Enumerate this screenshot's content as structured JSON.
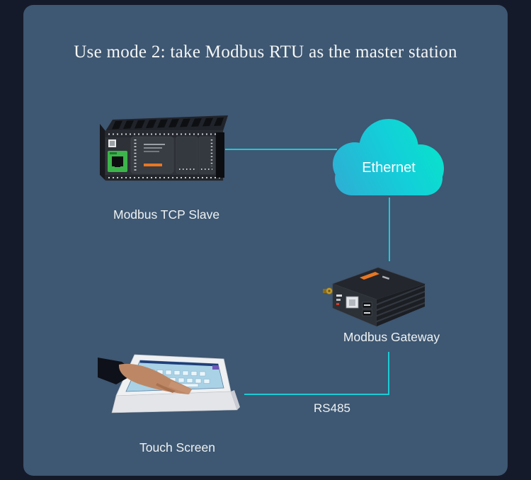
{
  "title": "Use mode 2: take Modbus RTU as the master station",
  "colors": {
    "background": "#151a2a",
    "panel": "#3e5772",
    "connector_line": "#1bcbd4",
    "cloud_gradient_start": "#2fadd4",
    "cloud_gradient_end": "#06e6c8",
    "text": "#f2f4f4"
  },
  "nodes": [
    {
      "id": "plc",
      "label": "Modbus TCP Slave"
    },
    {
      "id": "cloud",
      "label": "Ethernet"
    },
    {
      "id": "gateway",
      "label": "Modbus Gateway"
    },
    {
      "id": "touchscreen",
      "label": "Touch Screen"
    }
  ],
  "connections": [
    {
      "from": "plc",
      "to": "cloud",
      "label": ""
    },
    {
      "from": "cloud",
      "to": "gateway",
      "label": ""
    },
    {
      "from": "gateway",
      "to": "touchscreen",
      "label": "RS485"
    }
  ]
}
